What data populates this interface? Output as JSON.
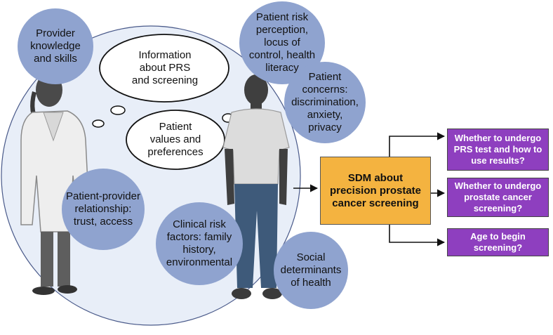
{
  "colors": {
    "circle_fill": "#e8eef8",
    "bubble_fill": "#8fa3cf",
    "sdm_fill": "#f4b340",
    "outcome_fill": "#8e3fbf",
    "figure_fill": "#4a4a4a"
  },
  "bubbles": {
    "provider_knowledge": "Provider\nknowledge\nand skills",
    "risk_perception": "Patient risk\nperception,\nlocus of\ncontrol, health\nliteracy",
    "patient_concerns": "Patient\nconcerns:\ndiscrimination,\nanxiety,\nprivacy",
    "relationship": "Patient-provider\nrelationship:\ntrust, access",
    "clinical_risk": "Clinical risk\nfactors: family\nhistory,\nenvironmental",
    "social_determinants": "Social\ndeterminants\nof health"
  },
  "clouds": {
    "information": "Information\nabout PRS\nand screening",
    "values": "Patient\nvalues and\npreferences"
  },
  "sdm_box": "SDM about\nprecision prostate\ncancer screening",
  "outcomes": [
    "Whether to undergo\nPRS test and how to\nuse results?",
    "Whether to undergo\nprostate cancer\nscreening?",
    "Age to begin\nscreening?"
  ],
  "icons": [
    "provider-figure-icon",
    "patient-figure-icon"
  ]
}
